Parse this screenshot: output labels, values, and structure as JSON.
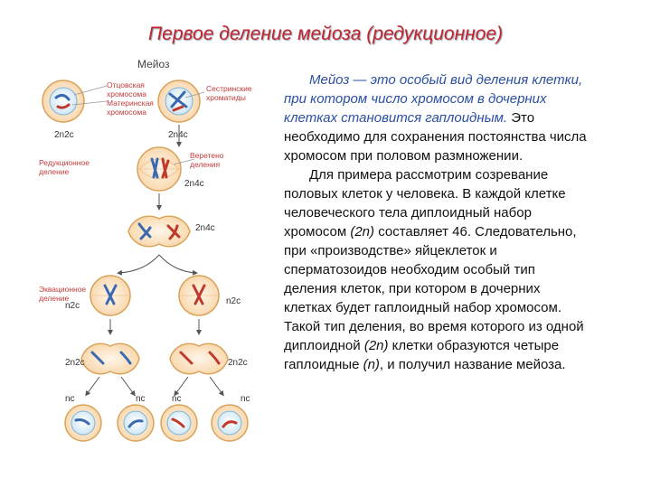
{
  "title": "Первое деление мейоза (редукционное)",
  "diagram": {
    "heading": "Мейоз",
    "label_paternal": "Отцовская хромосома",
    "label_maternal": "Материнская хромосома",
    "label_sister": "Сестринские хроматиды",
    "label_spindle": "Веретено деления",
    "label_reduction": "Редукционное деление",
    "label_equational": "Эквационное деление",
    "f_2n2c": "2n2c",
    "f_2n4c": "2n4c",
    "f_n2c": "n2c",
    "f_nc": "nc",
    "colors": {
      "paternal": "#3a6bb0",
      "maternal": "#c0392b",
      "membrane": "#d9a35a",
      "cytoplasm": "#fbe3c4"
    }
  },
  "text": {
    "p1_italic": "Мейоз — это особый вид деления клетки, при котором число хромосом в дочерних клетках становится гаплоидным.",
    "p1_rest": " Это необходимо для сохранения постоянства числа хромосом при половом размножении.",
    "p2_a": "Для примера рассмотрим созревание половых клеток у человека. В каждой клетке человеческого тела диплоидный набор хромосом ",
    "p2_2n": "(2n)",
    "p2_b": " составляет 46. Следовательно, при «производстве» яйцеклеток и сперматозоидов необходим особый тип деления клеток, при котором в дочерних клетках будет гаплоидный набор хромосом. Такой тип деления, во время которого из одной диплоидной ",
    "p2_2n_b": "(2n)",
    "p2_c": " клетки образуются четыре гаплоидные ",
    "p2_n": "(n)",
    "p2_d": ", и получил название мейоза."
  }
}
